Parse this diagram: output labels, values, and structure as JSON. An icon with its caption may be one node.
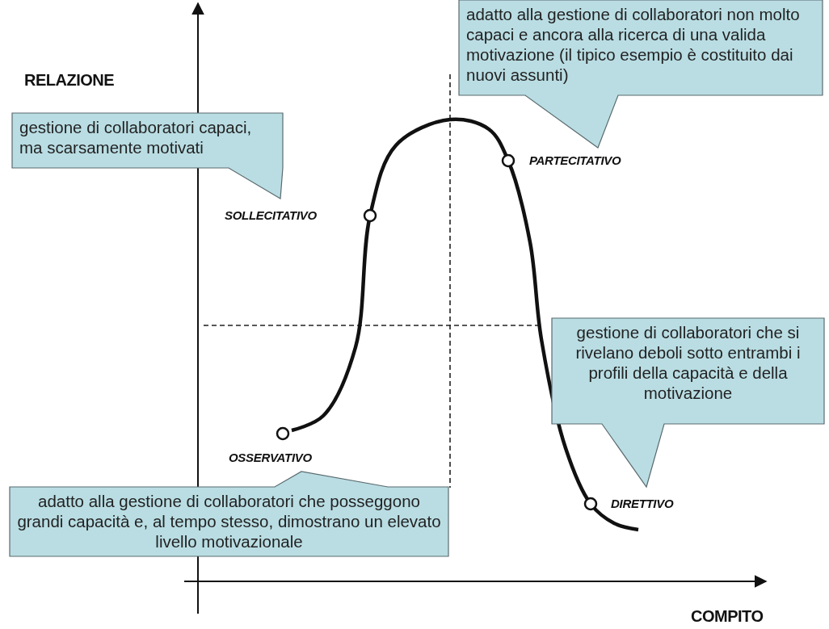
{
  "diagram": {
    "nodes": [
      {
        "text": [
          "adatto alla gestione di collaboratori non molto capaci e ancora alla ricerca di una valida motivazione (il tipico esempio è costituito dai nuovi assunti)"
        ]
      },
      {
        "text": [
          "gestione di collaboratori capaci, ma scarsamente motivati"
        ]
      },
      {
        "text": [
          "PARTECITATIVO"
        ]
      },
      {
        "text": [
          "SOLLECITATIVO"
        ]
      },
      {
        "text": [
          "gestione di collaboratori che si rivelano deboli sotto entrambi i profili della capacità e della motivazione"
        ]
      },
      {
        "text": [
          "OSSERVATIVO"
        ]
      },
      {
        "text": [
          "adatto alla gestione di collaboratori che posseggono grandi capacità e, al tempo stesso, dimostrano un elevato livello motivazionale"
        ]
      },
      {
        "text": [
          "DIRETTIVO"
        ]
      }
    ],
    "labels": [
      "RELAZIONE",
      "COMPITO"
    ]
  }
}
